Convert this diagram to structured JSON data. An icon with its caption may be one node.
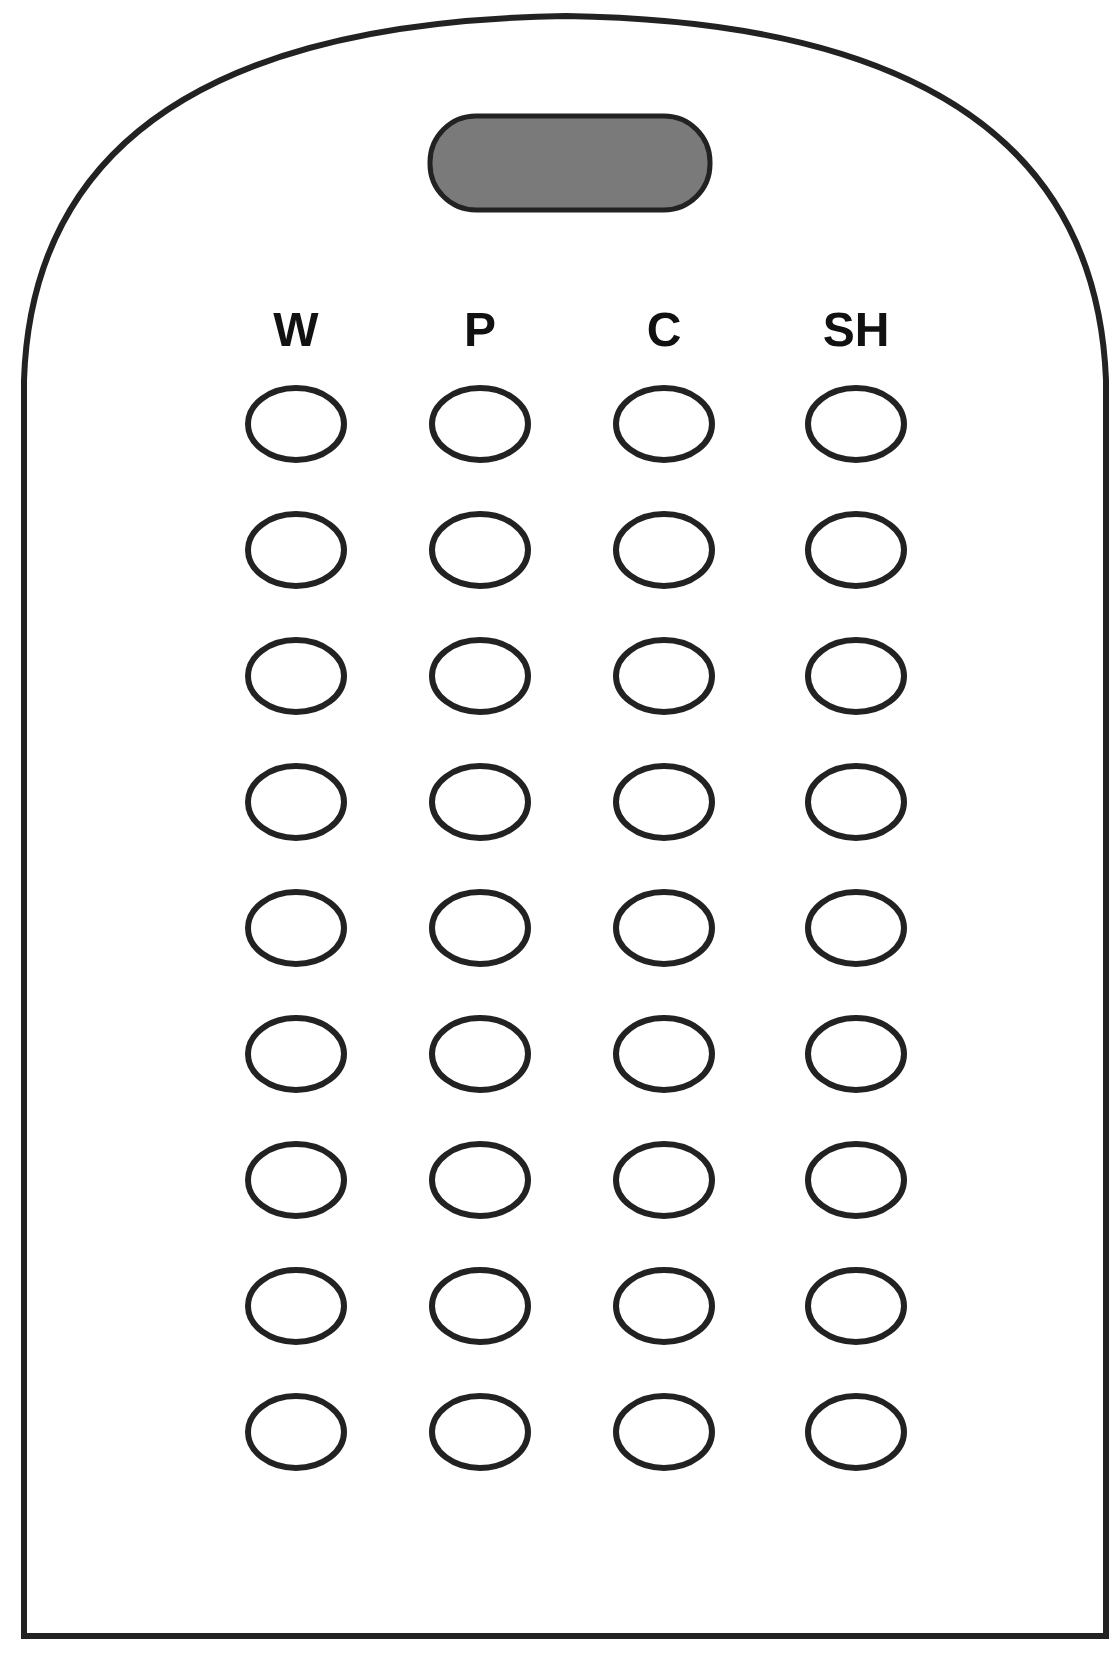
{
  "diagram": {
    "labels": [
      "W",
      "P",
      "C",
      "SH"
    ]
  }
}
